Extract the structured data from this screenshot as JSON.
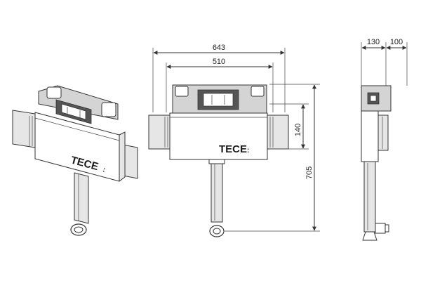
{
  "brand": {
    "logo_text": "TECE"
  },
  "dimensions": {
    "overall_width": "643",
    "frame_width": "510",
    "tank_height": "140",
    "total_height": "705",
    "side_depth_a": "130",
    "side_depth_b": "100"
  }
}
